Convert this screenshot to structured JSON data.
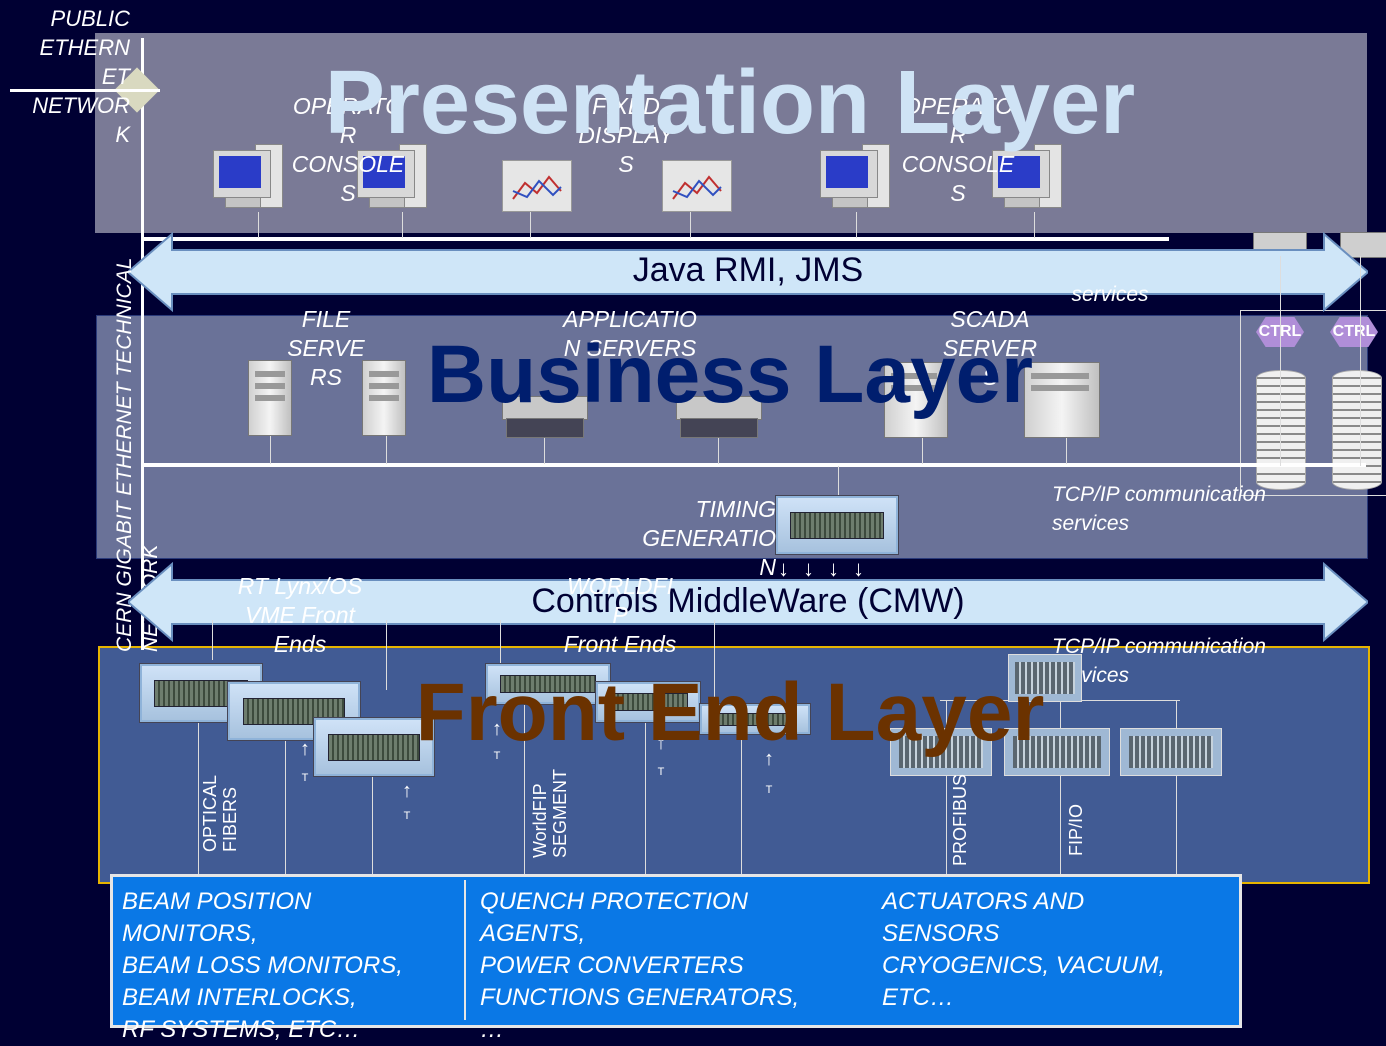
{
  "labels": {
    "public_ethernet": "PUBLIC\nETHERN\nET\nNETWOR\nK",
    "gigabit_net": "CERN  GIGABIT  ETHERNET  TECHNICAL\nNETWORK",
    "operator_consoles_left": "OPERATO\nR\nCONSOLE\nS",
    "fixed_displays": "FIXED\nDISPLAY\nS",
    "operator_consoles_right": "OPERATO\nR\nCONSOLE\nS",
    "file_servers": "FILE\nSERVE\nRS",
    "application_servers": "APPLICATIO\nN SERVERS",
    "scada_servers": "SCADA\nSERVER\nS",
    "services_top": "services",
    "timing_generation": "TIMING\nGENERATIO\nN",
    "tcpip_1": "TCP/IP communication\nservices",
    "tcpip_2": "TCP/IP communication\nservices",
    "rt_lynx": "RT Lynx/OS\nVME Front\nEnds",
    "worldfip": "WORLDFI\nP\nFront Ends",
    "ctrl": "CTRL"
  },
  "layers": {
    "presentation": "Presentation Layer",
    "business": "Business Layer",
    "front_end": "Front End Layer"
  },
  "bands": {
    "java_rmi": "Java RMI, JMS",
    "cmw": "Controls MiddleWare (CMW)"
  },
  "buses": {
    "optical": "OPTICAL\nFIBERS",
    "worldfip_segment": "WorldFIP\nSEGMENT",
    "profibus": "PROFIBUS",
    "fip_io": "FIP/IO",
    "t": "T"
  },
  "field": {
    "col1": "BEAM POSITION\nMONITORS,\nBEAM LOSS MONITORS,\nBEAM INTERLOCKS,\nRF SYSTEMS, ETC…",
    "col2": "QUENCH PROTECTION\nAGENTS,\nPOWER CONVERTERS\nFUNCTIONS GENERATORS,\n…",
    "col3": "ACTUATORS AND\nSENSORS\nCRYOGENICS, VACUUM,\nETC…"
  },
  "colors": {
    "background": "#000033",
    "presentation_layer": "#7a7a96",
    "business_layer": "#6a7298",
    "front_end_layer": "#415b94",
    "field_box": "#0a78e6",
    "band": "#cfe6f8",
    "presentation_title": "#cfe3f5",
    "business_title": "#001e6e",
    "front_end_title": "#6b3200"
  }
}
